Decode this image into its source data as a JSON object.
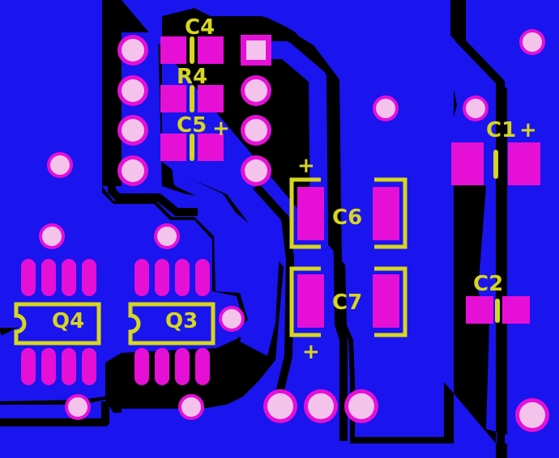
{
  "board": {
    "colors": {
      "background": "#000000",
      "copper": "#1a14ee",
      "pad": "#e60fd6",
      "hole": "#f4c3ec",
      "silkscreen": "#d6d61e"
    },
    "labels": {
      "c4": "C4",
      "r4": "R4",
      "c5": "C5",
      "c5_plus": "+",
      "c1": "C1",
      "c1_plus": "+",
      "c6": "C6",
      "c6_plus": "+",
      "c7": "C7",
      "c7_plus": "+",
      "c2": "C2",
      "q4": "Q4",
      "q3": "Q3"
    }
  }
}
